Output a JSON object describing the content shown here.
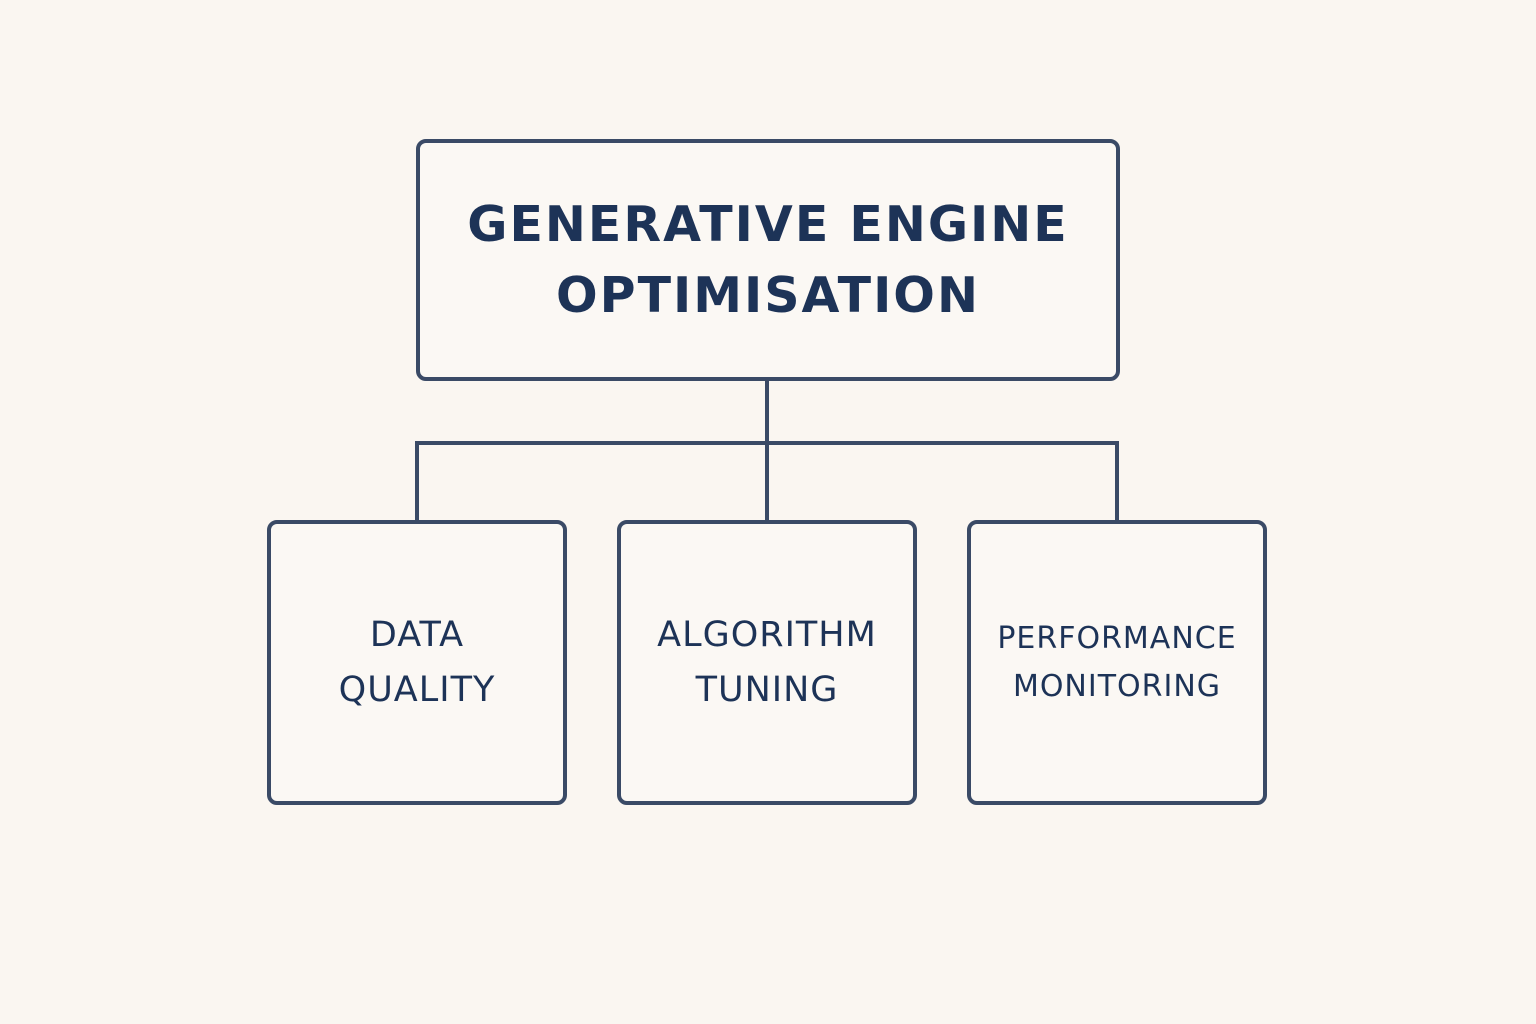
{
  "diagram": {
    "root": {
      "lines": [
        "GENERATIVE ENGINE",
        "OPTIMISATION"
      ]
    },
    "children": [
      {
        "lines": [
          "DATA",
          "QUALITY"
        ]
      },
      {
        "lines": [
          "ALGORITHM",
          "TUNING"
        ]
      },
      {
        "lines": [
          "PERFORMANCE",
          "MONITORING"
        ]
      }
    ],
    "colors": {
      "background": "#faf6f1",
      "stroke": "#3a4a66",
      "text": "#1d3357"
    }
  }
}
